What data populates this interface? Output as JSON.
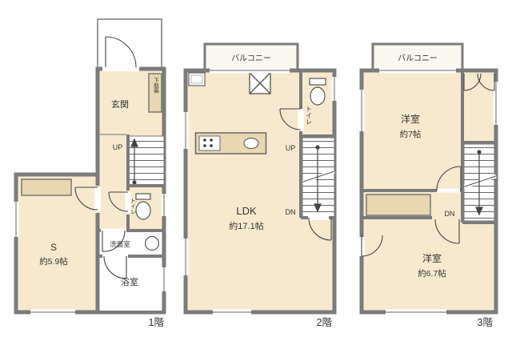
{
  "colors": {
    "wall": "#7b7b7b",
    "floor": "#f7e9ce",
    "accent": "#e8d7b0",
    "balcony": "#faf7ef",
    "line": "#555555",
    "text": "#333333"
  },
  "floor1": {
    "label": "1階",
    "entrance": "玄関",
    "shoe_cabinet": "下駄箱",
    "up": "UP",
    "toilet": "トイレ",
    "washroom": "洗面室",
    "bathroom": "浴室",
    "service_room": "S",
    "service_room_size": "約5.9帖"
  },
  "floor2": {
    "label": "2階",
    "balcony": "バルコニー",
    "toilet": "トイレ",
    "up": "UP",
    "down": "DN",
    "ldk": "LDK",
    "ldk_size": "約17.1帖"
  },
  "floor3": {
    "label": "3階",
    "balcony": "バルコニー",
    "room1": "洋室",
    "room1_size": "約7帖",
    "down": "DN",
    "room2": "洋室",
    "room2_size": "約6.7帖"
  }
}
